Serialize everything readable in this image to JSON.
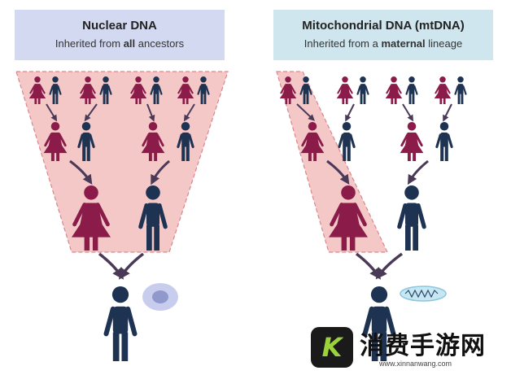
{
  "nuclear": {
    "title": "Nuclear DNA",
    "subtitle_pre": "Inherited from ",
    "subtitle_bold": "all",
    "subtitle_post": " ancestors"
  },
  "mito": {
    "title": "Mitochondrial DNA (mtDNA)",
    "subtitle_pre": "Inherited from a ",
    "subtitle_bold": "maternal",
    "subtitle_post": " lineage"
  },
  "watermark": {
    "logo_letter": "K",
    "text": "消费手游网",
    "url": "www.xinnanwang.com"
  },
  "colors": {
    "female": "#8b1c4a",
    "male": "#1e3352",
    "arrow": "#4a3a58",
    "highlight": "#f5c8c8",
    "highlight_border": "#d9868c",
    "cell": "#c8cdee",
    "nucleus": "#9098cc",
    "mito": "#c7e8f3"
  },
  "icons": {
    "nuclear_cell": "cell-nucleus-icon",
    "mitochondrion": "mitochondrion-icon",
    "female": "female-person-icon",
    "male": "male-person-icon"
  }
}
